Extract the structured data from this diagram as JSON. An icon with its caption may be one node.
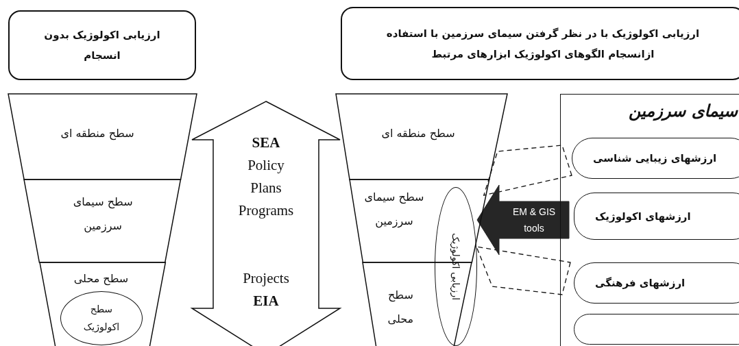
{
  "diagram": {
    "nodes": [
      {
        "text": [
          "ارزیابی اکولوژیک بدون انسجام"
        ]
      },
      {
        "text": [
          "سطح منطقه ای"
        ]
      },
      {
        "text": [
          "سطح سیمای سرزمین"
        ]
      },
      {
        "text": [
          "سطح محلی"
        ]
      },
      {
        "text": [
          "سطح اکولوژیک"
        ],
        "in": 3
      },
      {
        "text": [
          "**SEA** Policy Plans Programs",
          "Projects **EIA**"
        ]
      },
      {
        "text": [
          "ارزیابی اکولوژیک با در نظر گرفتن سیمای سرزمین با استفاده ازانسجام الگوهای اکولوژیک  ابزارهای مرتبط"
        ]
      },
      {
        "text": [
          "سطح منطقه ای"
        ]
      },
      {
        "text": [
          "سطح سیمای سرزمین"
        ]
      },
      {
        "text": [
          "سطح محلی"
        ]
      },
      {
        "text": [
          "ارزیابی اکولوژیک"
        ]
      },
      {
        "text": [
          "سیمای سرزمین"
        ]
      },
      {
        "text": [
          "ارزشهای زیبایی شناسی"
        ],
        "in": 11
      },
      {
        "text": [
          "ارزشهای اکولوژیک"
        ],
        "in": 11
      },
      {
        "text": [
          "ارزشهای فرهنگی"
        ],
        "in": 11
      },
      {
        "text": [],
        "shape": "box",
        "in": 11
      }
    ],
    "edges": [
      {
        "from": 12,
        "to": 8,
        "arrow": "none",
        "style": "dashed"
      },
      {
        "from": 14,
        "to": 10,
        "arrow": "none",
        "style": "dashed"
      },
      {
        "from": 11,
        "to": 10,
        "arrow": "to",
        "label": "EM & GIS tools",
        "style": "thick",
        "color": "#262626"
      }
    ]
  }
}
